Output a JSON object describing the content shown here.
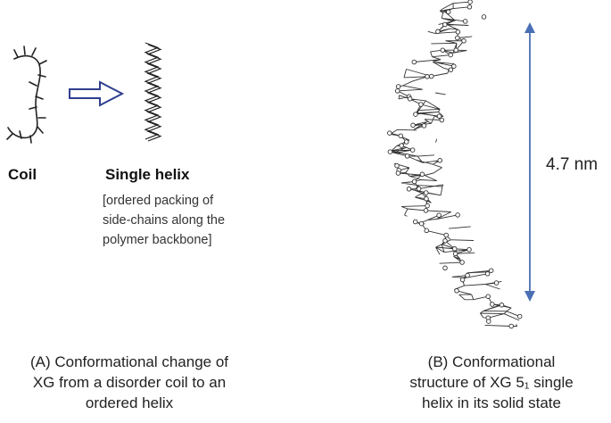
{
  "panel_a": {
    "coil_label": "Coil",
    "helix_label": "Single helix",
    "helix_note": [
      "[ordered packing of",
      "side-chains along the",
      "polymer backbone]"
    ],
    "caption": [
      "(A) Conformational change of",
      "XG from a disorder coil to an",
      "ordered helix"
    ]
  },
  "panel_b": {
    "length_label": "4.7 nm",
    "caption": [
      "(B) Conformational",
      "structure of XG 5₁ single",
      "helix in its solid state"
    ]
  },
  "colors": {
    "arrow": "#2f3f8f",
    "measure": "#4a6fb5",
    "ink": "#222222"
  }
}
